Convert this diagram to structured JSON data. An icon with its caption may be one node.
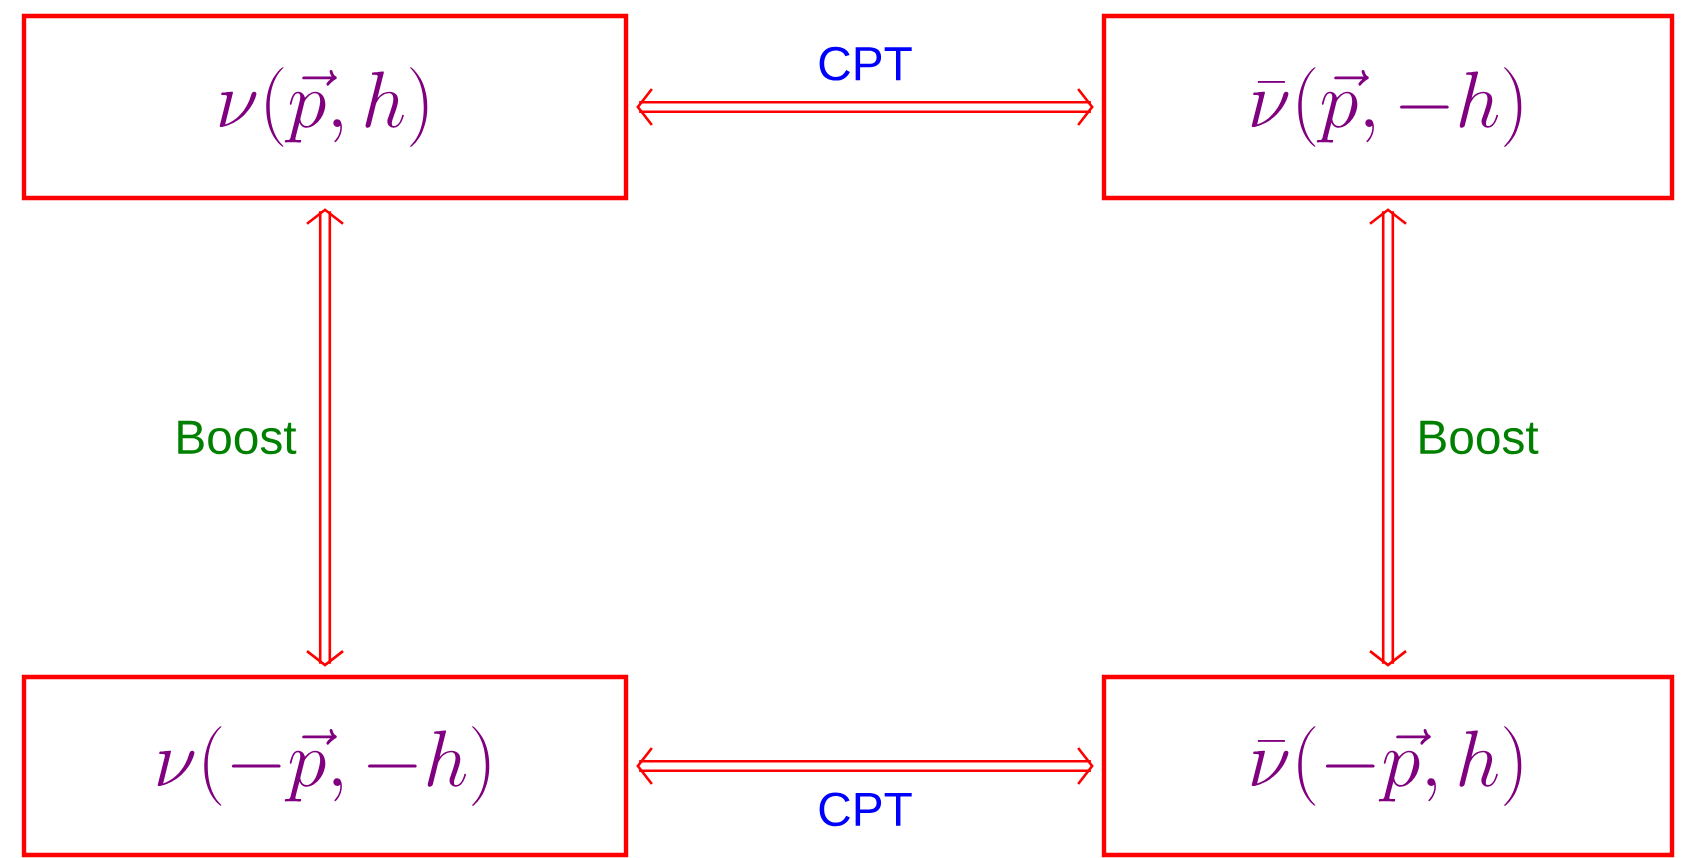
{
  "diagram": {
    "nodes": [
      {
        "text": [
          "\\nu(\\vec{p},h)"
        ]
      },
      {
        "text": [
          "\\bar{\\nu}(\\vec{p},-h)"
        ]
      },
      {
        "text": [
          "\\nu(-\\vec{p},-h)"
        ]
      },
      {
        "text": [
          "\\bar{\\nu}(-\\vec{p},h)"
        ]
      }
    ],
    "edges": [
      {
        "from": 0,
        "to": 1,
        "arrow": "both",
        "label": "CPT"
      },
      {
        "from": 0,
        "to": 2,
        "arrow": "both",
        "label": "Boost"
      },
      {
        "from": 1,
        "to": 3,
        "arrow": "both",
        "label": "Boost"
      },
      {
        "from": 2,
        "to": 3,
        "arrow": "both",
        "label": "CPT"
      }
    ]
  }
}
